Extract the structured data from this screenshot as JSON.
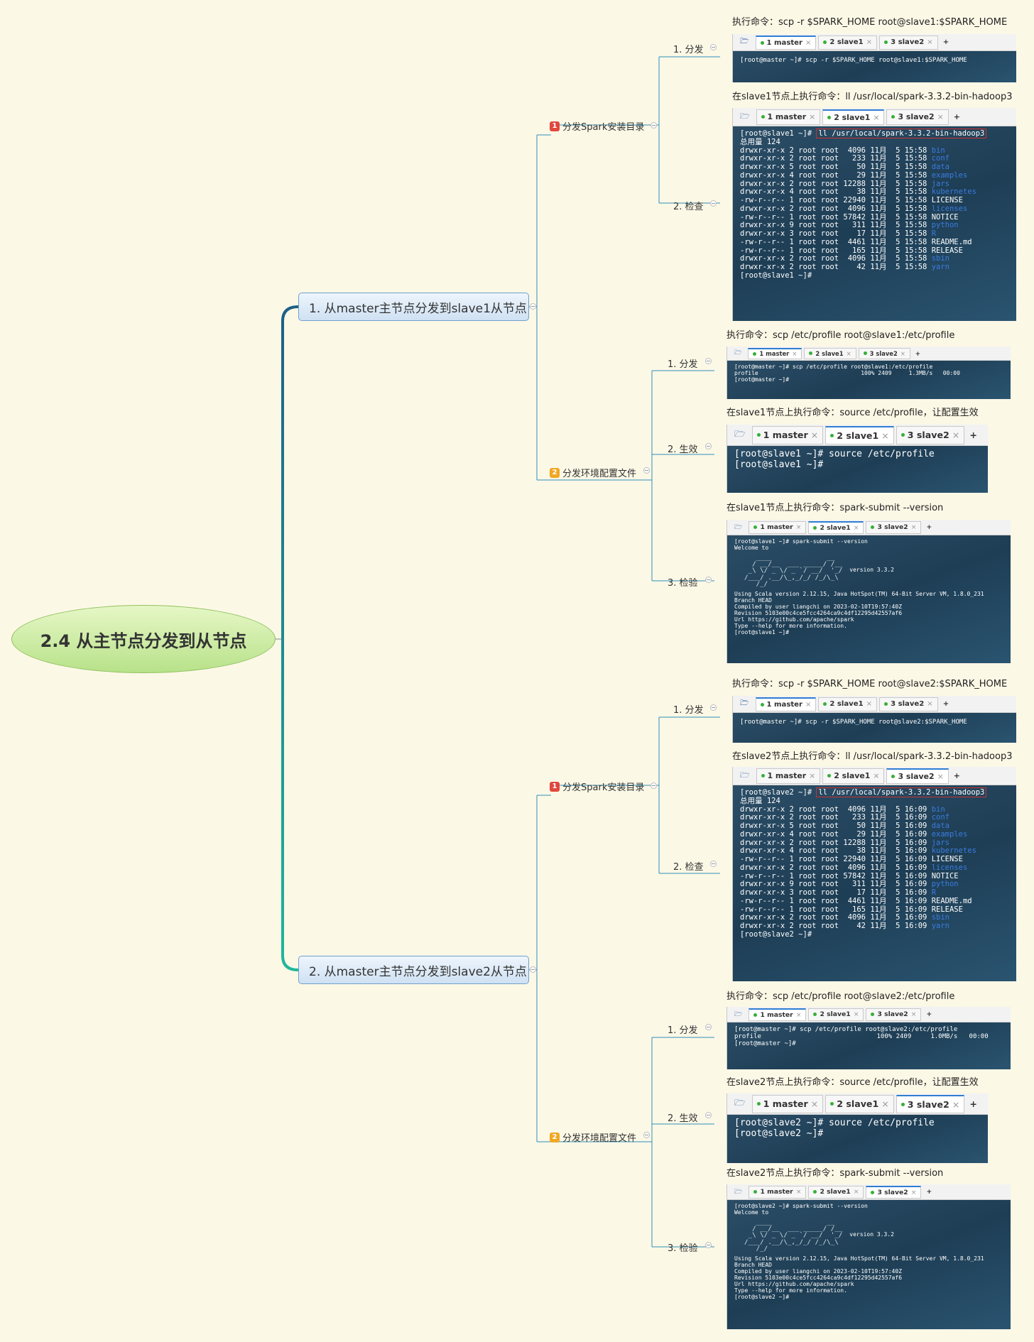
{
  "root": {
    "title": "2.4 从主节点分发到从节点"
  },
  "branches": [
    {
      "title": "1. 从master主节点分发到slave1从节点",
      "groups": [
        {
          "num": "1",
          "color": "#e0483e",
          "label": "分发Spark安装目录",
          "steps": [
            {
              "label": "1. 分发",
              "caption": "执行命令：scp -r $SPARK_HOME root@slave1:$SPARK_HOME"
            },
            {
              "label": "2. 检查",
              "caption": "在slave1节点上执行命令：ll /usr/local/spark-3.3.2-bin-hadoop3"
            }
          ]
        },
        {
          "num": "2",
          "color": "#f0a823",
          "label": "分发环境配置文件",
          "steps": [
            {
              "label": "1. 分发",
              "caption": "执行命令：scp /etc/profile root@slave1:/etc/profile"
            },
            {
              "label": "2. 生效",
              "caption": "在slave1节点上执行命令：source /etc/profile，让配置生效"
            },
            {
              "label": "3. 检验",
              "caption": "在slave1节点上执行命令：spark-submit --version"
            }
          ]
        }
      ]
    },
    {
      "title": "2. 从master主节点分发到slave2从节点",
      "groups": [
        {
          "num": "1",
          "color": "#e0483e",
          "label": "分发Spark安装目录",
          "steps": [
            {
              "label": "1. 分发",
              "caption": "执行命令：scp -r $SPARK_HOME root@slave2:$SPARK_HOME"
            },
            {
              "label": "2. 检查",
              "caption": "在slave2节点上执行命令：ll /usr/local/spark-3.3.2-bin-hadoop3"
            }
          ]
        },
        {
          "num": "2",
          "color": "#f0a823",
          "label": "分发环境配置文件",
          "steps": [
            {
              "label": "1. 分发",
              "caption": "执行命令：scp /etc/profile root@slave2:/etc/profile"
            },
            {
              "label": "2. 生效",
              "caption": "在slave2节点上执行命令：source /etc/profile，让配置生效"
            },
            {
              "label": "3. 检验",
              "caption": "在slave2节点上执行命令：spark-submit --version"
            }
          ]
        }
      ]
    }
  ],
  "tabs": [
    "1 master",
    "2 slave1",
    "3 slave2"
  ],
  "listing_total": "总用量 124",
  "listing": [
    {
      "perm": "drwxr-xr-x 2 root root  4096 11月  5",
      "name": "bin",
      "dir": true
    },
    {
      "perm": "drwxr-xr-x 2 root root   233 11月  5",
      "name": "conf",
      "dir": true
    },
    {
      "perm": "drwxr-xr-x 5 root root    50 11月  5",
      "name": "data",
      "dir": true
    },
    {
      "perm": "drwxr-xr-x 4 root root    29 11月  5",
      "name": "examples",
      "dir": true
    },
    {
      "perm": "drwxr-xr-x 2 root root 12288 11月  5",
      "name": "jars",
      "dir": true
    },
    {
      "perm": "drwxr-xr-x 4 root root    38 11月  5",
      "name": "kubernetes",
      "dir": true
    },
    {
      "perm": "-rw-r--r-- 1 root root 22940 11月  5",
      "name": "LICENSE",
      "dir": false
    },
    {
      "perm": "drwxr-xr-x 2 root root  4096 11月  5",
      "name": "licenses",
      "dir": true
    },
    {
      "perm": "-rw-r--r-- 1 root root 57842 11月  5",
      "name": "NOTICE",
      "dir": false
    },
    {
      "perm": "drwxr-xr-x 9 root root   311 11月  5",
      "name": "python",
      "dir": true
    },
    {
      "perm": "drwxr-xr-x 3 root root    17 11月  5",
      "name": "R",
      "dir": true
    },
    {
      "perm": "-rw-r--r-- 1 root root  4461 11月  5",
      "name": "README.md",
      "dir": false
    },
    {
      "perm": "-rw-r--r-- 1 root root   165 11月  5",
      "name": "RELEASE",
      "dir": false
    },
    {
      "perm": "drwxr-xr-x 2 root root  4096 11月  5",
      "name": "sbin",
      "dir": true
    },
    {
      "perm": "drwxr-xr-x 2 root root    42 11月  5",
      "name": "yarn",
      "dir": true
    }
  ],
  "terminals": {
    "s1_scp": {
      "prompt": "[root@master ~]#",
      "cmd": " scp -r $SPARK_HOME root@slave1:$SPARK_HOME"
    },
    "s1_ll": {
      "prompt": "[root@slave1 ~]#",
      "cmd": "ll /usr/local/spark-3.3.2-bin-hadoop3",
      "time": "15:58",
      "end": "[root@slave1 ~]#"
    },
    "s1_profile": {
      "lines": [
        "[root@master ~]# scp /etc/profile root@slave1:/etc/profile",
        "profile                              100% 2409     1.3MB/s   00:00",
        "[root@master ~]#"
      ]
    },
    "s1_source": {
      "lines": [
        "[root@slave1 ~]# source /etc/profile",
        "[root@slave1 ~]#"
      ]
    },
    "s1_version": {
      "top": [
        "[root@slave1 ~]# spark-submit --version",
        "Welcome to"
      ],
      "version": "version 3.3.2",
      "bottom": [
        "Using Scala version 2.12.15, Java HotSpot(TM) 64-Bit Server VM, 1.8.0_231",
        "Branch HEAD",
        "Compiled by user liangchi on 2023-02-10T19:57:40Z",
        "Revision 5103e00c4ce5fcc4264ca9c4df12295d42557af6",
        "Url https://github.com/apache/spark",
        "Type --help for more information.",
        "[root@slave1 ~]#"
      ]
    },
    "s2_scp": {
      "prompt": "[root@master ~]#",
      "cmd": " scp -r $SPARK_HOME root@slave2:$SPARK_HOME"
    },
    "s2_ll": {
      "prompt": "[root@slave2 ~]#",
      "cmd": "ll /usr/local/spark-3.3.2-bin-hadoop3",
      "time": "16:09",
      "end": "[root@slave2 ~]#"
    },
    "s2_profile": {
      "lines": [
        "[root@master ~]# scp /etc/profile root@slave2:/etc/profile",
        "profile                              100% 2409     1.0MB/s   00:00",
        "[root@master ~]#"
      ]
    },
    "s2_source": {
      "lines": [
        "[root@slave2 ~]# source /etc/profile",
        "[root@slave2 ~]#"
      ]
    },
    "s2_version": {
      "top": [
        "[root@slave2 ~]# spark-submit --version",
        "Welcome to"
      ],
      "version": "version 3.3.2",
      "bottom": [
        "Using Scala version 2.12.15, Java HotSpot(TM) 64-Bit Server VM, 1.8.0_231",
        "Branch HEAD",
        "Compiled by user liangchi on 2023-02-10T19:57:40Z",
        "Revision 5103e00c4ce5fcc4264ca9c4df12295d42557af6",
        "Url https://github.com/apache/spark",
        "Type --help for more information.",
        "[root@slave2 ~]#"
      ]
    }
  }
}
